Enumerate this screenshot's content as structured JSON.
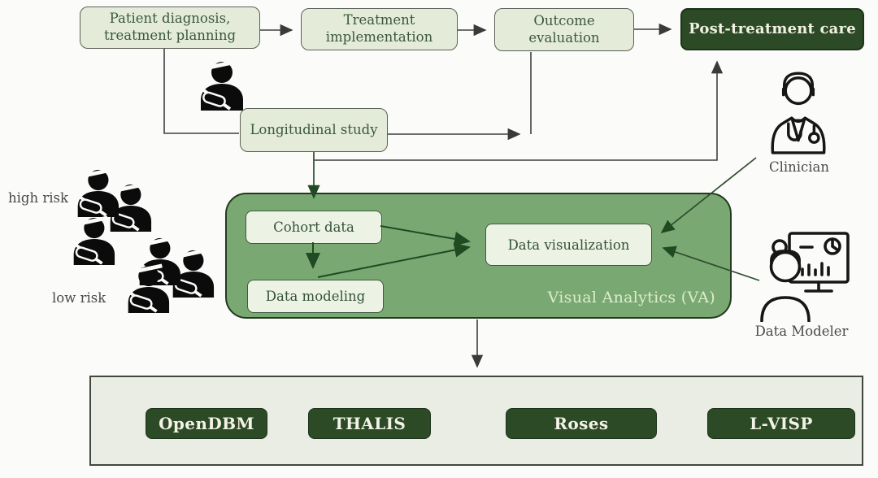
{
  "workflow": {
    "diagnosis": "Patient diagnosis, treatment planning",
    "treatment": "Treatment implementation",
    "outcome": "Outcome evaluation",
    "post_treatment": "Post-treatment care",
    "longitudinal": "Longitudinal study"
  },
  "cohorts": {
    "high_risk": "high risk",
    "low_risk": "low risk"
  },
  "va": {
    "title": "Visual Analytics (VA)",
    "cohort_data": "Cohort data",
    "data_modeling": "Data modeling",
    "data_visualization": "Data visualization"
  },
  "actors": {
    "clinician": "Clinician",
    "data_modeler": "Data Modeler"
  },
  "tools": {
    "items": [
      "OpenDBM",
      "THALIS",
      "Roses",
      "L-VISP"
    ]
  },
  "colors": {
    "dark_green": "#2d4a26",
    "va_green": "#79a873",
    "light_box_green": "#e4ecd9",
    "panel_grey_green": "#e9ede3",
    "arrow_dark": "#3f3f3f",
    "arrow_green": "#1f4a22"
  }
}
